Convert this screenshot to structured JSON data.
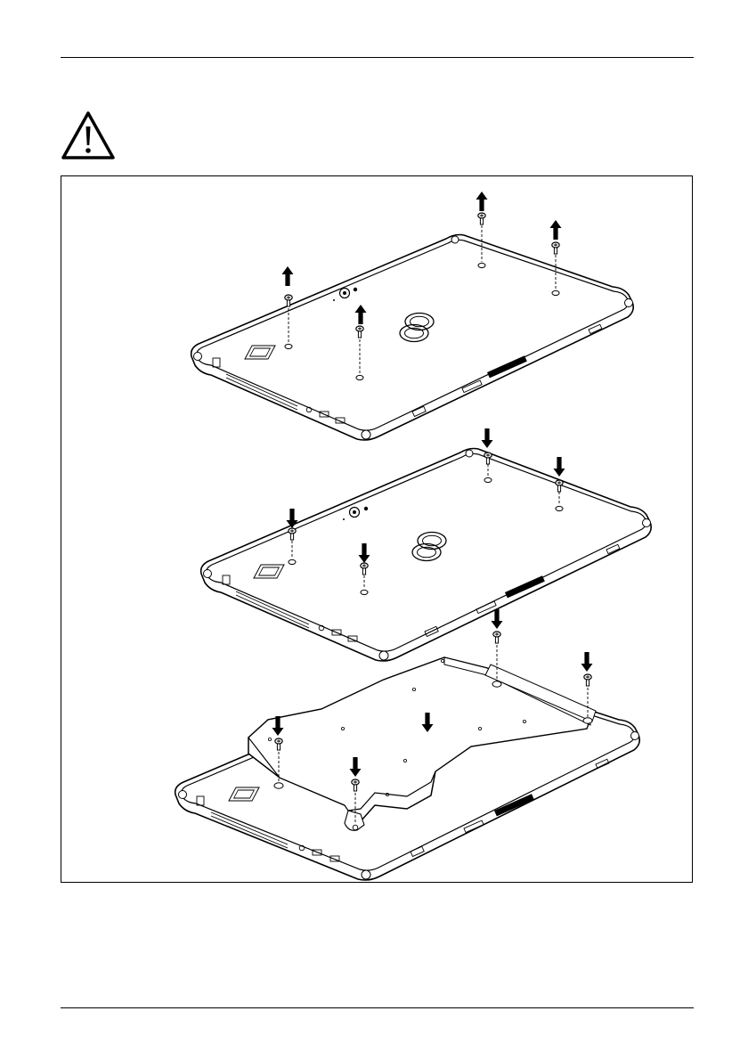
{
  "page": {
    "warning_icon": "warning-triangle-exclamation-icon",
    "figure": {
      "description_icon": "tablet-bracket-mounting-illustration",
      "steps": [
        "remove-screws",
        "insert-screws",
        "attach-bracket"
      ],
      "arrow_icons": [
        "arrow-up-icon",
        "arrow-down-icon"
      ]
    },
    "colors": {
      "ink": "#000000",
      "paper": "#ffffff"
    }
  }
}
